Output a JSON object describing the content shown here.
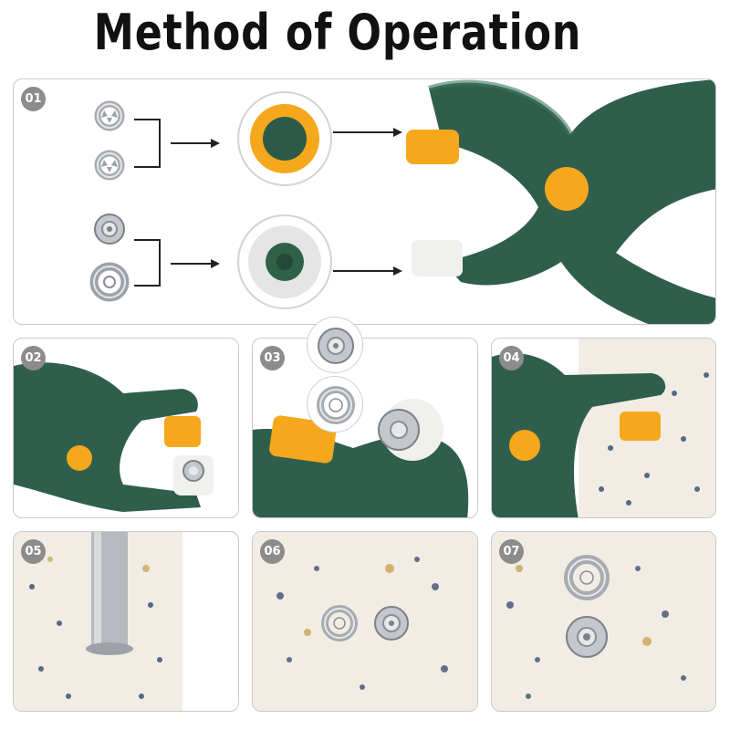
{
  "title": "Method of Operation",
  "steps": [
    {
      "number": "01"
    },
    {
      "number": "02"
    },
    {
      "number": "03"
    },
    {
      "number": "04"
    },
    {
      "number": "05"
    },
    {
      "number": "06"
    },
    {
      "number": "07"
    }
  ],
  "colors": {
    "tool_green": "#2f5f4c",
    "accent_yellow": "#f5a81c",
    "socket_white": "#f0f0ee",
    "metal": "#b9bcc0",
    "badge_gray": "#8c8c8c",
    "fabric": "#f1ede4",
    "flower_navy": "#33466e",
    "flower_gold": "#c9a85a"
  },
  "icons": [
    "arrow-right-icon",
    "bracket-icon",
    "prong-ring-icon",
    "snap-cap-icon",
    "snap-socket-icon"
  ]
}
